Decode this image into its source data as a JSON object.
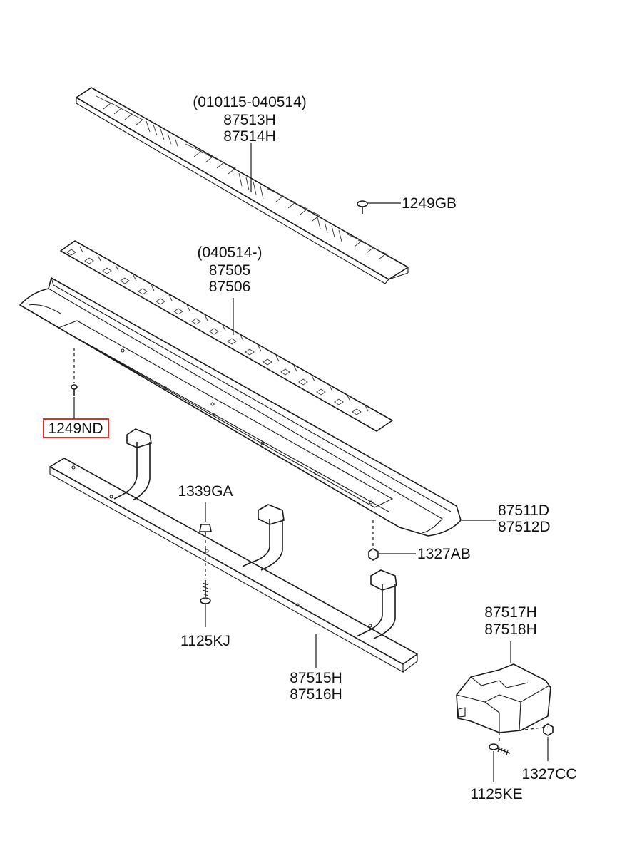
{
  "labels": {
    "upper_range": "(010115-040514)",
    "p87513H": "87513H",
    "p87514H": "87514H",
    "p1249GB": "1249GB",
    "lower_range": "(040514-)",
    "p87505": "87505",
    "p87506": "87506",
    "p1249ND": "1249ND",
    "p1339GA": "1339GA",
    "p87511D": "87511D",
    "p87512D": "87512D",
    "p1327AB": "1327AB",
    "p1125KJ": "1125KJ",
    "p87515H": "87515H",
    "p87516H": "87516H",
    "p87517H": "87517H",
    "p87518H": "87518H",
    "p1327CC": "1327CC",
    "p1125KE": "1125KE"
  },
  "highlight": {
    "part": "1249ND",
    "color": "#e0302e"
  }
}
